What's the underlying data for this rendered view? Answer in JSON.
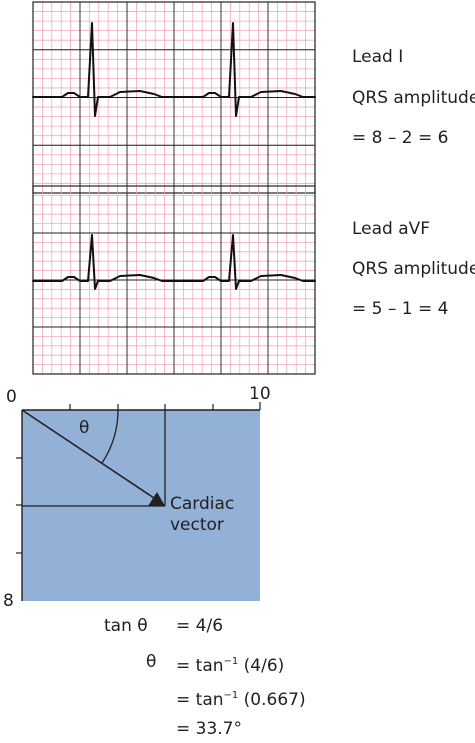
{
  "lead1": {
    "name": "Lead I",
    "measure_label": "QRS amplitude",
    "equation": "= 8 – 2 = 6"
  },
  "leadavf": {
    "name": "Lead aVF",
    "measure_label": "QRS amplitude",
    "equation": "= 5 – 1 = 4"
  },
  "vector_diagram": {
    "origin_label": "0",
    "x_max_label": "10",
    "y_max_label": "8",
    "angle_symbol": "θ",
    "vector_label_line1": "Cardiac",
    "vector_label_line2": "vector"
  },
  "calculation": {
    "line1_lhs": "tan θ",
    "line1_rhs": "= 4/6",
    "line2_lhs": "θ",
    "line2_prefix": "= tan",
    "line2_sup": "−1",
    "line2_suffix": " (4/6)",
    "line3_prefix": "= tan",
    "line3_sup": "−1",
    "line3_suffix": " (0.667)",
    "line4": "= 33.7°"
  },
  "colors": {
    "grid_fine": "#f2a9bf",
    "grid_major": "#222222",
    "trace": "#111111",
    "vector_fill": "#93b1d7"
  }
}
